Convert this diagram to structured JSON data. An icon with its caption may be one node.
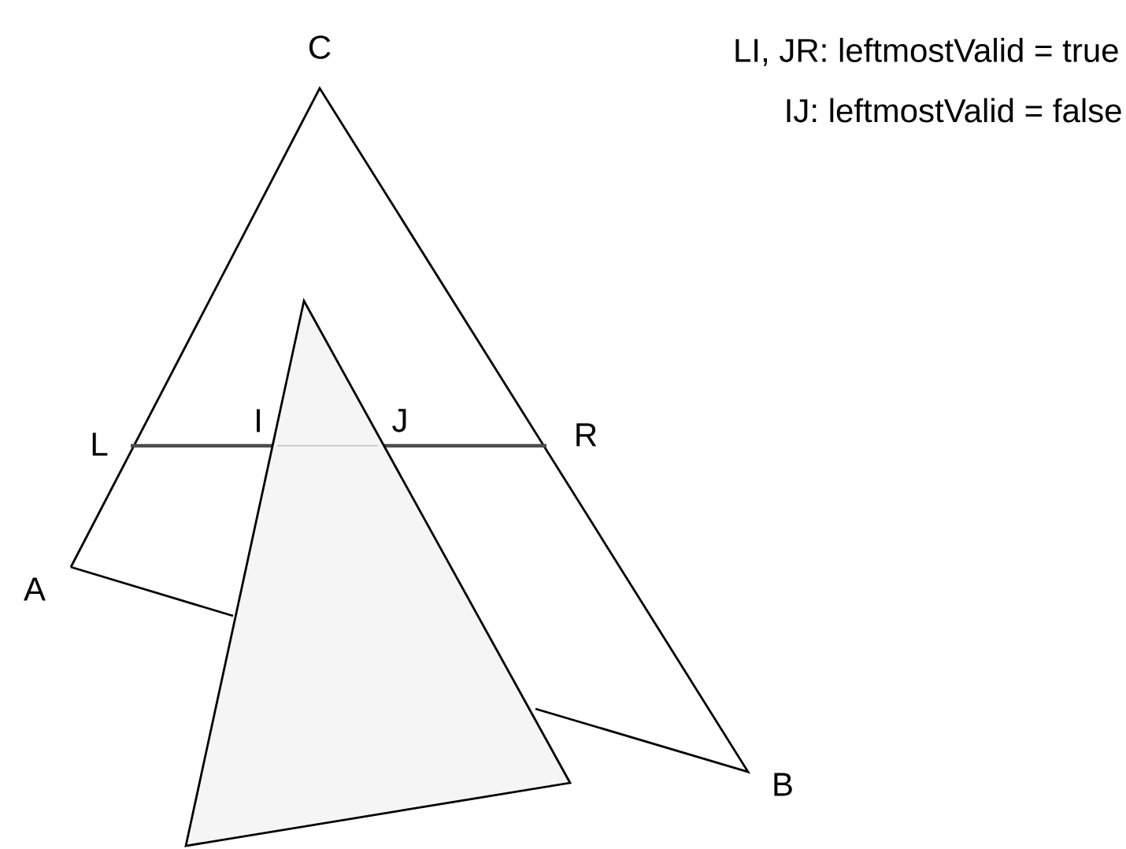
{
  "diagram": {
    "labels": [
      "C",
      "LI, JR: leftmostValid = true",
      "IJ: leftmostValid = false",
      "L",
      "I",
      "J",
      "R",
      "A",
      "B"
    ]
  }
}
